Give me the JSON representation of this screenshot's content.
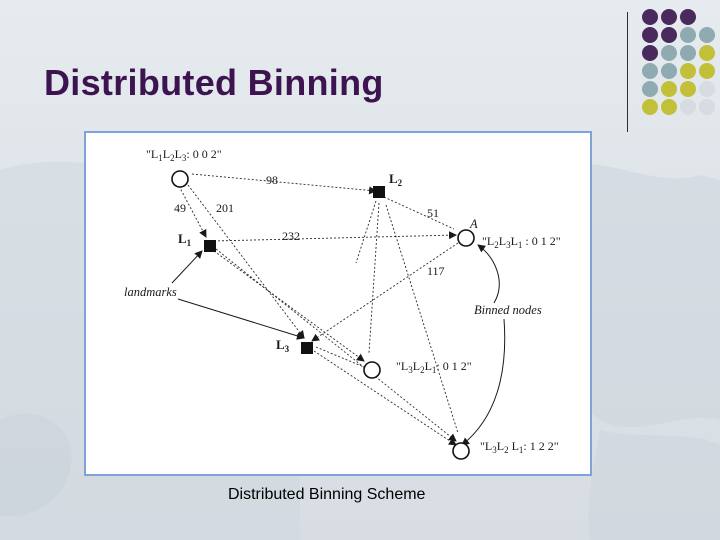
{
  "slide": {
    "title": "Distributed Binning",
    "caption": "Distributed Binning Scheme"
  },
  "palette": {
    "title_color": "#3d1450",
    "dot_purple": "#4a2a5c",
    "dot_teal": "#8faab0",
    "dot_olive": "#c2c038",
    "dot_light": "#d7dbe2",
    "figure_border": "#7fa3d8"
  },
  "diagram": {
    "landmarks": [
      {
        "name": "L",
        "sub": "2"
      },
      {
        "name": "L",
        "sub": "1"
      },
      {
        "name": "L",
        "sub": "3"
      }
    ],
    "node_labels": {
      "top": [
        "\"L",
        "1",
        "L",
        "2",
        "L",
        "3",
        ": 0 0 2\""
      ],
      "a": [
        "\"L",
        "2",
        "L",
        "3",
        "L",
        "1",
        " : 0 1 2\""
      ],
      "mid": [
        "\"L",
        "3",
        "L",
        "2",
        "L",
        "1",
        ": 0 1 2\""
      ],
      "bottom": [
        "\"L",
        "3",
        "L",
        "2",
        " L",
        "1",
        ": 1 2 2\""
      ]
    },
    "node_a_letter": "A",
    "distances": [
      "98",
      "49",
      "201",
      "232",
      "51",
      "117"
    ],
    "annotations": {
      "landmarks": "landmarks",
      "binned_nodes": "Binned nodes"
    }
  }
}
